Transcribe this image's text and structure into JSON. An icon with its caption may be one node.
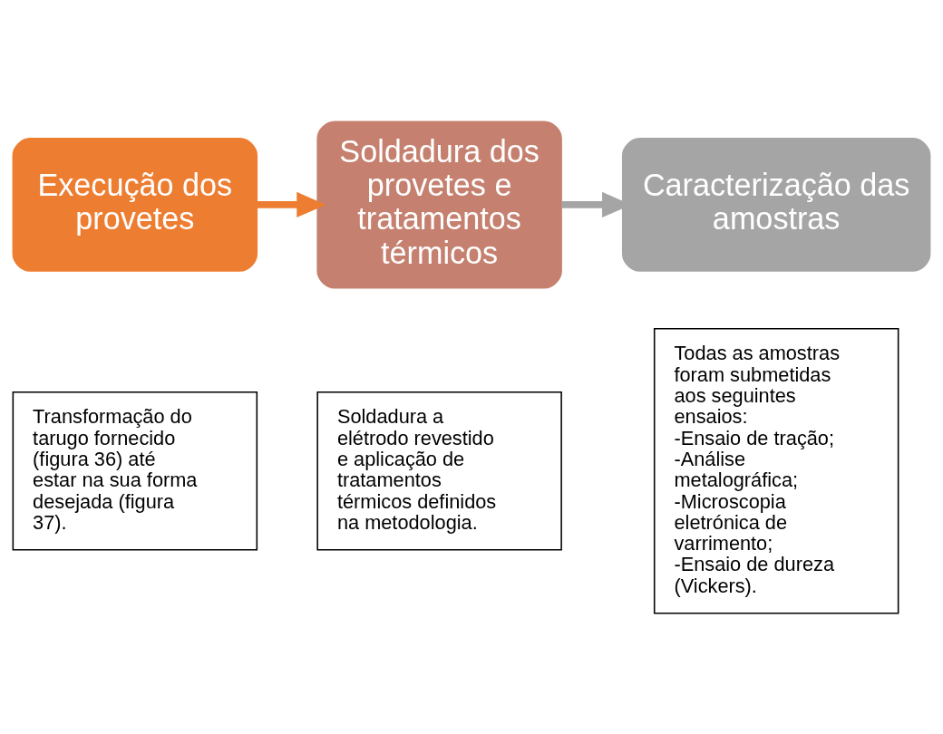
{
  "diagram": {
    "nodes": [
      {
        "text": [
          "Execução dos provetes"
        ]
      },
      {
        "text": [
          "Soldadura dos provetes e tratamentos térmicos"
        ]
      },
      {
        "text": [
          "Caracterização das amostras"
        ]
      },
      {
        "text": [
          "Transformação do tarugo fornecido (figura 36) até estar na sua forma desejada (figura 37)."
        ]
      },
      {
        "text": [
          "Soldadura a elétrodo revestido e aplicação de tratamentos térmicos definidos na metodologia."
        ]
      },
      {
        "text": [
          "Todas as amostras foram submetidas aos seguintes ensaios: -Ensaio de tração; -Análise metalográfica; -Microscopia eletrónica de varrimento; -Ensaio de dureza (Vickers)."
        ]
      }
    ],
    "edges": [
      {
        "from": 0,
        "to": 1,
        "arrow": "to",
        "color": "#ed7d31"
      },
      {
        "from": 1,
        "to": 2,
        "arrow": "to",
        "color": "#a5a5a5"
      }
    ]
  }
}
